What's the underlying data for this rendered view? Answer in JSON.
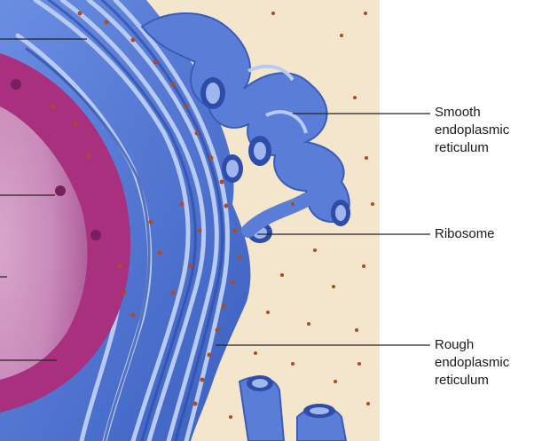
{
  "labels": {
    "smooth_er": "Smooth\nendoplasmic\nreticulum",
    "ribosome": "Ribosome",
    "rough_er": "Rough\nendoplasmic\nreticulum"
  },
  "colors": {
    "background_panel": "#f3e6cc",
    "er_blue": "#5a7ed8",
    "er_dark": "#2e4da8",
    "er_light": "#9fb7ee",
    "nucleus_magenta": "#a8307f",
    "nucleus_inner": "#c97cb4",
    "ribosome_dot": "#b04a22",
    "leader_line": "#222222"
  }
}
